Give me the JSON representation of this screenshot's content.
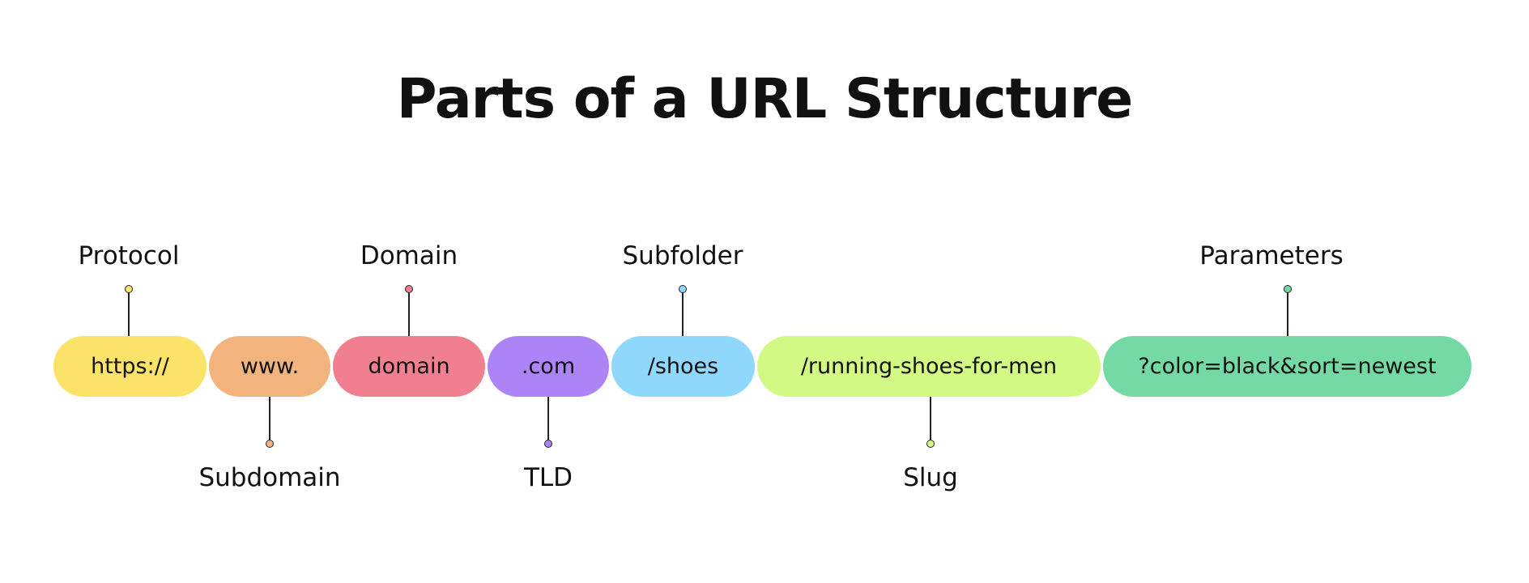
{
  "title": "Parts of a URL Structure",
  "segments": [
    {
      "text": "https://",
      "label": "Protocol",
      "color": "#fbe36a",
      "label_position": "top"
    },
    {
      "text": "www.",
      "label": "Subdomain",
      "color": "#f2b47c",
      "label_position": "bottom"
    },
    {
      "text": "domain",
      "label": "Domain",
      "color": "#f0808f",
      "label_position": "top"
    },
    {
      "text": ".com",
      "label": "TLD",
      "color": "#ad84f7",
      "label_position": "bottom"
    },
    {
      "text": "/shoes",
      "label": "Subfolder",
      "color": "#8fd8fb",
      "label_position": "top"
    },
    {
      "text": "/running-shoes-for-men",
      "label": "Slug",
      "color": "#d3f985",
      "label_position": "bottom"
    },
    {
      "text": "?color=black&sort=newest",
      "label": "Parameters",
      "color": "#75d9a5",
      "label_position": "top"
    }
  ]
}
